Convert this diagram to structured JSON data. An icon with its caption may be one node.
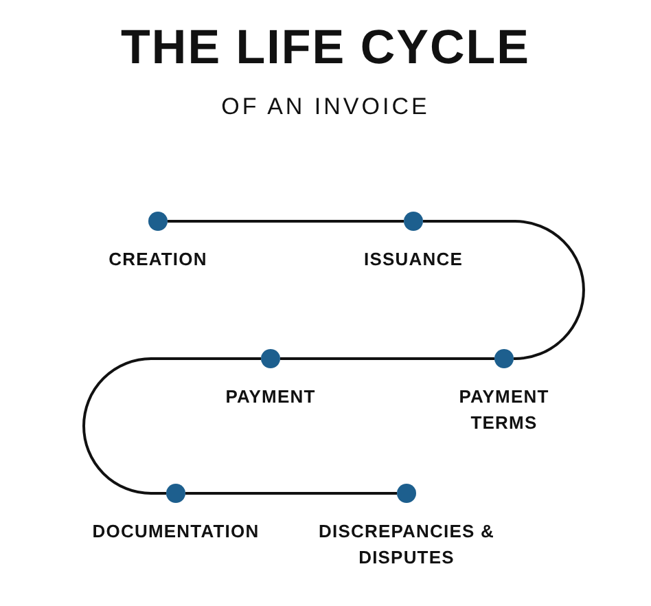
{
  "diagram": {
    "title": "THE LIFE CYCLE",
    "caption": "OF AN INVOICE",
    "nodes": [
      {
        "text": [],
        "shape": "circle",
        "beside": [
          "CREATION"
        ]
      },
      {
        "text": [],
        "shape": "circle",
        "beside": [
          "ISSUANCE"
        ]
      },
      {
        "text": [],
        "shape": "circle",
        "beside": [
          "PAYMENT TERMS"
        ]
      },
      {
        "text": [],
        "shape": "circle",
        "beside": [
          "PAYMENT"
        ]
      },
      {
        "text": [],
        "shape": "circle",
        "beside": [
          "DOCUMENTATION"
        ]
      },
      {
        "text": [],
        "shape": "circle",
        "beside": [
          "DISCREPANCIES & DISPUTES"
        ]
      }
    ],
    "edges": [
      {
        "from": 0,
        "to": 1,
        "arrow": "none"
      },
      {
        "from": 1,
        "to": 2,
        "arrow": "none"
      },
      {
        "from": 2,
        "to": 3,
        "arrow": "none"
      },
      {
        "from": 3,
        "to": 4,
        "arrow": "none"
      },
      {
        "from": 4,
        "to": 5,
        "arrow": "none"
      }
    ]
  }
}
